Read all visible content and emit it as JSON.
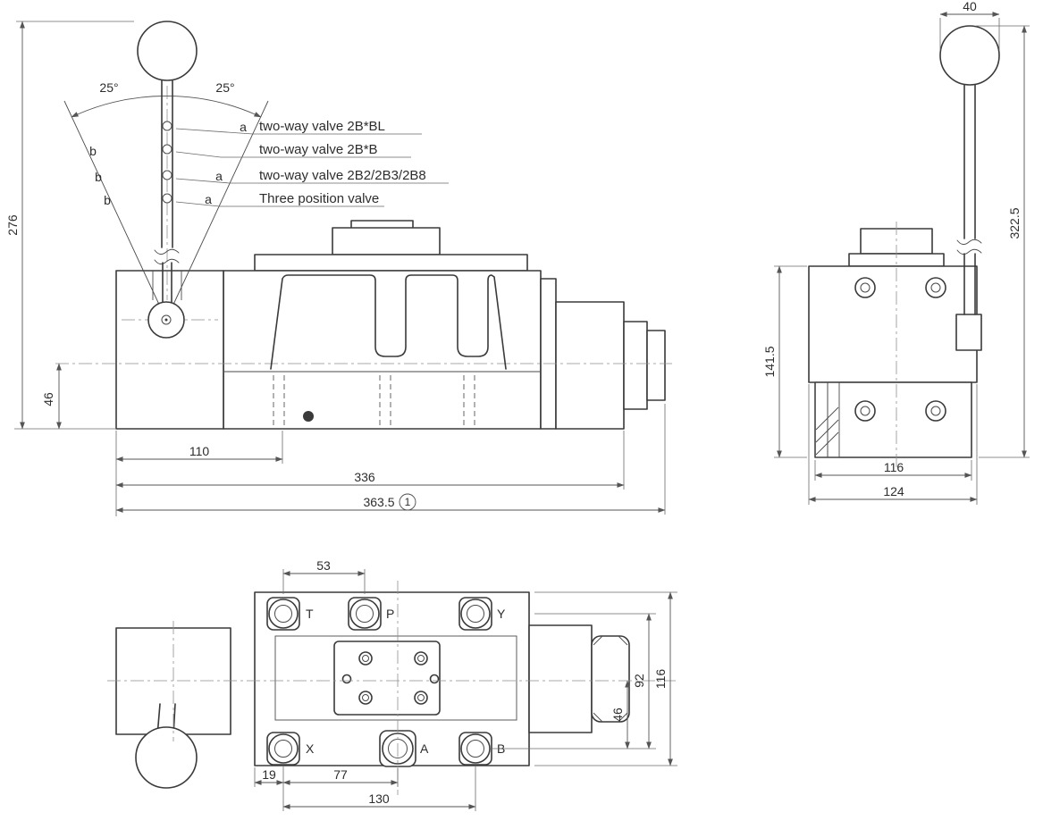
{
  "side_view": {
    "angle_left": "25°",
    "angle_right": "25°",
    "labels": {
      "a": "a",
      "b": "b"
    },
    "annotations": [
      "two-way valve 2B*BL",
      "two-way valve 2B*B",
      "two-way valve 2B2/2B3/2B8",
      "Three position valve"
    ],
    "dims": {
      "overall_height": "276",
      "port_height": "46",
      "housing_length": "110",
      "body_length": "336",
      "overall_length": "363.5",
      "note_number": "1"
    }
  },
  "end_view": {
    "dims": {
      "knob_width": "40",
      "overall_height": "322.5",
      "body_height": "141.5",
      "body_width": "116",
      "overall_width": "124"
    }
  },
  "plan_view": {
    "ports": {
      "t": "T",
      "p": "P",
      "y": "Y",
      "x": "X",
      "a": "A",
      "b": "B"
    },
    "dims": {
      "bolt_spacing": "53",
      "port_rows": "92",
      "body_width": "116",
      "center_to_ports": "46",
      "edge_to_x": "19",
      "x_to_a": "77",
      "x_to_b": "130"
    }
  }
}
